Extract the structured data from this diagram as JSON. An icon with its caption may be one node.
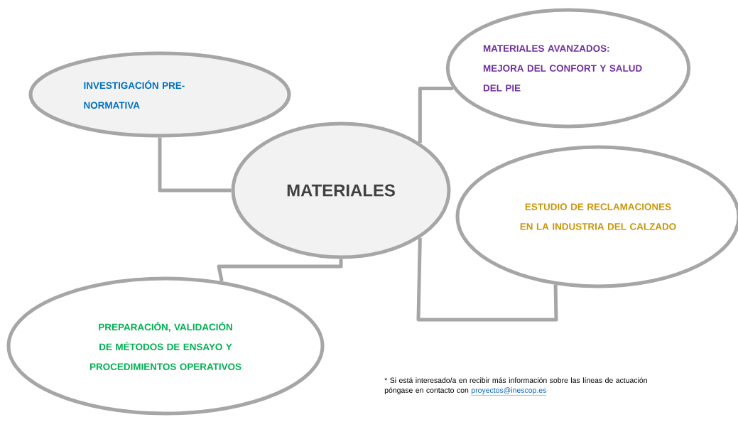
{
  "diagram": {
    "nodes": [
      {
        "text": [
          "MATERIALES"
        ]
      },
      {
        "text": [
          "INVESTIGACIÓN PRE-NORMATIVA"
        ]
      },
      {
        "text": [
          "MATERIALES AVANZADOS: MEJORA DEL CONFORT Y SALUD DEL PIE"
        ]
      },
      {
        "text": [
          "ESTUDIO DE RECLAMACIONES EN LA INDUSTRIA DEL CALZADO"
        ]
      },
      {
        "text": [
          "PREPARACIÓN, VALIDACIÓN DE MÉTODOS DE ENSAYO Y PROCEDIMIENTOS OPERATIVOS"
        ]
      }
    ],
    "edges": [
      {
        "from": 1,
        "to": 0,
        "arrow": "none"
      },
      {
        "from": 0,
        "to": 2,
        "arrow": "none"
      },
      {
        "from": 0,
        "to": 3,
        "arrow": "none"
      },
      {
        "from": 0,
        "to": 4,
        "arrow": "none"
      }
    ],
    "labels": [
      "* Si está interesado/a en recibir más información sobre las líneas de actuación póngase en contacto con",
      "proyectos@inescop.es"
    ]
  }
}
